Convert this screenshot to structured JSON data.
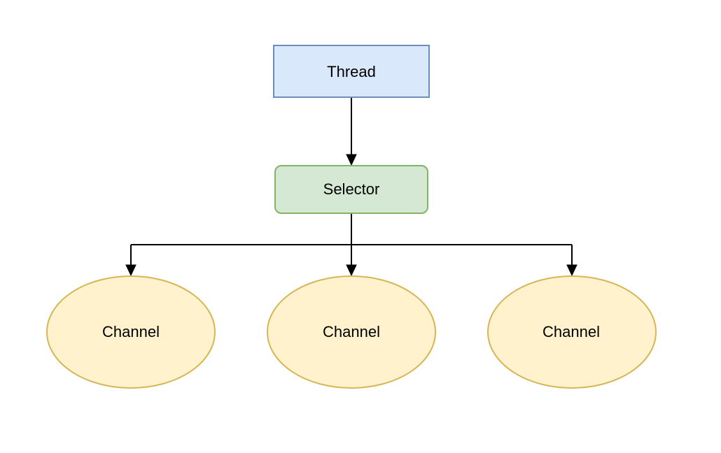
{
  "diagram": {
    "nodes": {
      "thread": {
        "label": "Thread",
        "fill": "#dae8fc",
        "stroke": "#6c8ebf"
      },
      "selector": {
        "label": "Selector",
        "fill": "#d5e8d4",
        "stroke": "#82b366"
      },
      "channels": [
        {
          "label": "Channel",
          "fill": "#fff2cc",
          "stroke": "#d6b656"
        },
        {
          "label": "Channel",
          "fill": "#fff2cc",
          "stroke": "#d6b656"
        },
        {
          "label": "Channel",
          "fill": "#fff2cc",
          "stroke": "#d6b656"
        }
      ]
    },
    "edges": [
      {
        "from": "thread",
        "to": "selector"
      },
      {
        "from": "selector",
        "to": "channel-1"
      },
      {
        "from": "selector",
        "to": "channel-2"
      },
      {
        "from": "selector",
        "to": "channel-3"
      }
    ],
    "edge_color": "#000000"
  }
}
